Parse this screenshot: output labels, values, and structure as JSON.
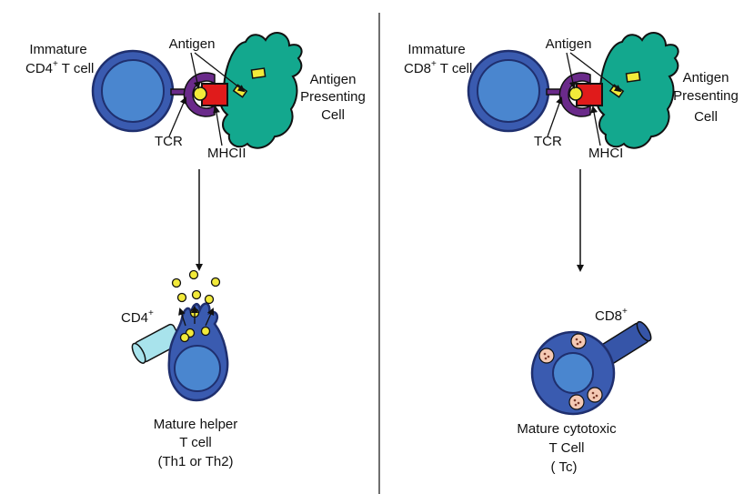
{
  "left_panel": {
    "immature_cell_line1": "Immature",
    "immature_cell_line2_prefix": "CD4",
    "immature_cell_line2_sup": "+",
    "immature_cell_line2_suffix": " T cell",
    "antigen_label": "Antigen",
    "apc_line1": "Antigen",
    "apc_line2": "Presenting",
    "apc_line3": "Cell",
    "tcr_label": "TCR",
    "mhc_label": "MHCII",
    "marker_prefix": "CD4",
    "marker_sup": "+",
    "mature_line1": "Mature helper",
    "mature_line2": "T cell",
    "mature_line3": "(Th1 or Th2)"
  },
  "right_panel": {
    "immature_cell_line1": "Immature",
    "immature_cell_line2_prefix": "CD8",
    "immature_cell_line2_sup": "+",
    "immature_cell_line2_suffix": " T cell",
    "antigen_label": "Antigen",
    "apc_line1": "Antigen",
    "apc_line2": "Presenting",
    "apc_line3": "Cell",
    "tcr_label": "TCR",
    "mhc_label": "MHCI",
    "marker_prefix": "CD8",
    "marker_sup": "+",
    "mature_line1": "Mature cytotoxic",
    "mature_line2": "T Cell",
    "mature_line3": "(  Tc)"
  },
  "colors": {
    "t_cell_fill": "#4a86cf",
    "t_cell_outline": "#1f2f6e",
    "t_cell_ring": "#3a5bb0",
    "apc_fill": "#13a88e",
    "receptor": "#6a2a8a",
    "mhc": "#e01b1b",
    "antigen": "#f2ea3a",
    "cd4_marker": "#a8e3ec",
    "cd8_marker": "#3655a8",
    "granule": "#f4c9b4"
  }
}
